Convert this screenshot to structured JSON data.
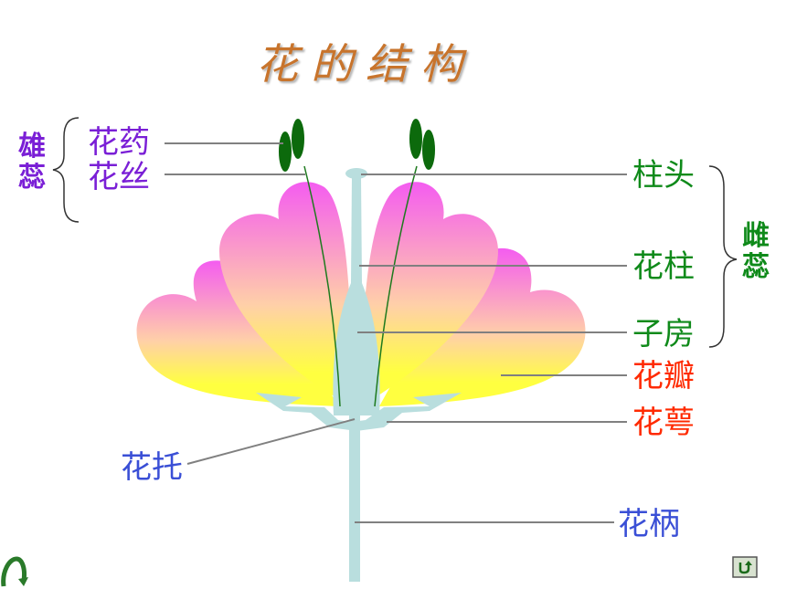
{
  "title": "花的结构",
  "labels": {
    "anther": "花药",
    "filament": "花丝",
    "stamen": "雄蕊",
    "stigma": "柱头",
    "style": "花柱",
    "ovary": "子房",
    "pistil": "雌蕊",
    "petal": "花瓣",
    "sepal": "花萼",
    "receptacle": "花托",
    "pedicel": "花柄"
  },
  "colors": {
    "title": "#c8742c",
    "stamen": "#7a1fd6",
    "pistil": "#0f8a1a",
    "petal_sepal": "#ff2a00",
    "receptacle_pedicel": "#3a4fd6",
    "pistil_body": "#b9dede",
    "anther": "#0c6a0c"
  },
  "icons": {
    "left": "back-arrow-icon",
    "right": "return-icon"
  }
}
